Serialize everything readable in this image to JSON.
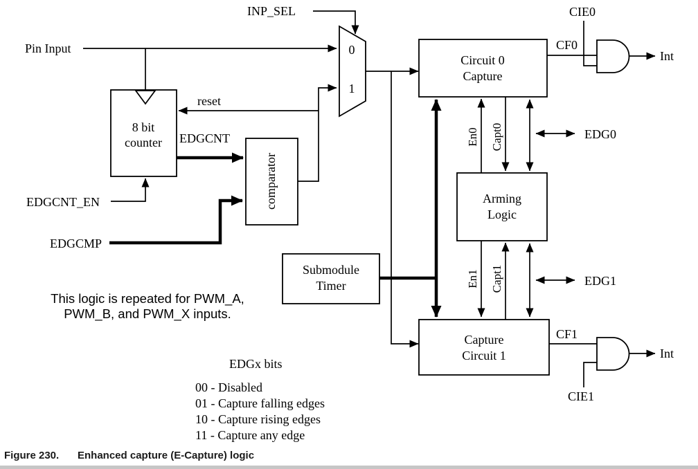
{
  "labels": {
    "inp_sel": "INP_SEL",
    "pin_input": "Pin Input",
    "reset": "reset",
    "edgcnt": "EDGCNT",
    "edgcnt_en": "EDGCNT_EN",
    "edgcmp": "EDGCMP",
    "mux_0": "0",
    "mux_1": "1",
    "cie0": "CIE0",
    "cf0": "CF0",
    "edg0": "EDG0",
    "en0": "En0",
    "capt0": "Capt0",
    "en1": "En1",
    "capt1": "Capt1",
    "edg1": "EDG1",
    "cf1": "CF1",
    "cie1": "CIE1",
    "int_top": "Int",
    "int_bottom": "Int"
  },
  "blocks": {
    "counter_line1": "8 bit",
    "counter_line2": "counter",
    "comparator": "comparator",
    "submodule_line1": "Submodule",
    "submodule_line2": "Timer",
    "circuit0_line1": "Circuit 0",
    "circuit0_line2": "Capture",
    "arming_line1": "Arming",
    "arming_line2": "Logic",
    "capture1_line1": "Capture",
    "capture1_line2": "Circuit 1"
  },
  "note": {
    "line1": "This logic is repeated for PWM_A,",
    "line2": "PWM_B, and PWM_X inputs."
  },
  "edgx": {
    "title": "EDGx bits",
    "items": [
      "00 - Disabled",
      "01 - Capture falling edges",
      "10 - Capture rising edges",
      "11 - Capture any edge"
    ]
  },
  "figure": {
    "caption_number": "Figure 230.",
    "caption_title": "Enhanced capture (E-Capture) logic"
  }
}
